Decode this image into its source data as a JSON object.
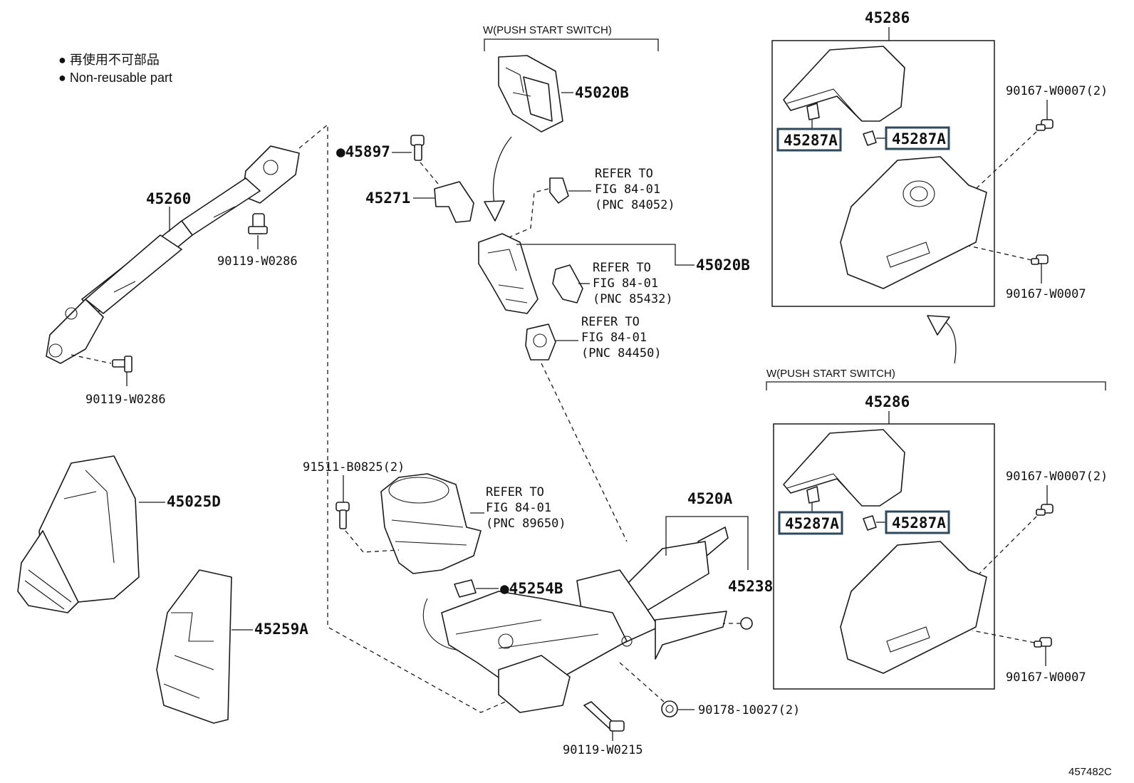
{
  "legend": {
    "line1": "● 再使用不可部品",
    "line2": "● Non-reusable part"
  },
  "figure_id": "457482C",
  "groups": {
    "push_start_top": "W(PUSH START SWITCH)",
    "push_start_right": "W(PUSH START SWITCH)"
  },
  "labels": {
    "p45020B_top": "45020B",
    "p45020B_mid": "45020B",
    "p45897": "●45897",
    "p45271": "45271",
    "p45260": "45260",
    "p90119_w0286_a": "90119-W0286",
    "p90119_w0286_b": "90119-W0286",
    "p45025D": "45025D",
    "p45259A": "45259A",
    "p91511": "91511-B0825(2)",
    "p45254B": "●45254B",
    "p4520A": "4520A",
    "p45238": "45238",
    "p90178": "90178-10027(2)",
    "p90119_w0215": "90119-W0215",
    "p45286_top": "45286",
    "p45286_bottom": "45286",
    "p90167_a": "90167-W0007(2)",
    "p90167_b": "90167-W0007",
    "p90167_c": "90167-W0007(2)",
    "p90167_d": "90167-W0007"
  },
  "highlighted": {
    "h1": "45287A",
    "h2": "45287A",
    "h3": "45287A",
    "h4": "45287A"
  },
  "refs": {
    "r84052": {
      "l1": "REFER TO",
      "l2": "FIG 84-01",
      "l3": "(PNC 84052)"
    },
    "r85432": {
      "l1": "REFER TO",
      "l2": "FIG 84-01",
      "l3": "(PNC 85432)"
    },
    "r84450": {
      "l1": "REFER TO",
      "l2": "FIG 84-01",
      "l3": "(PNC 84450)"
    },
    "r89650": {
      "l1": "REFER TO",
      "l2": "FIG 84-01",
      "l3": "(PNC 89650)"
    }
  }
}
